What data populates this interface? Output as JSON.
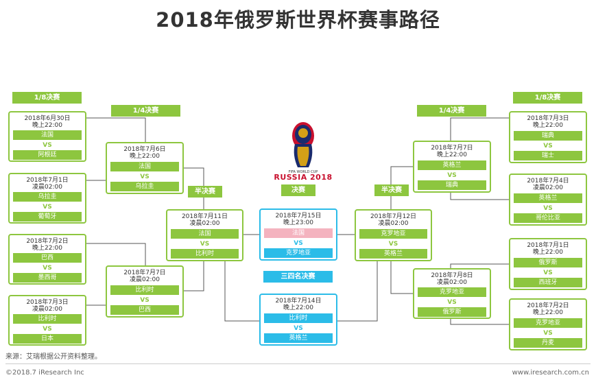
{
  "title": "2018年俄罗斯世界杯赛事路径",
  "stage_labels": {
    "r16": "1/8决赛",
    "qf": "1/4决赛",
    "sf": "半决赛",
    "final": "决赛",
    "third": "三四名决赛"
  },
  "vs": "VS",
  "logo_text": "RUSSIA 2018",
  "logo_small": "FIFA WORLD CUP",
  "matches": {
    "l16a": {
      "date": "2018年6月30日",
      "time": "晚上22:00",
      "team1": "法国",
      "team2": "阿根廷"
    },
    "l16b": {
      "date": "2018年7月1日",
      "time": "凌晨02:00",
      "team1": "乌拉圭",
      "team2": "葡萄牙"
    },
    "l16c": {
      "date": "2018年7月2日",
      "time": "晚上22:00",
      "team1": "巴西",
      "team2": "墨西哥"
    },
    "l16d": {
      "date": "2018年7月3日",
      "time": "凌晨02:00",
      "team1": "比利时",
      "team2": "日本"
    },
    "lqfa": {
      "date": "2018年7月6日",
      "time": "晚上22:00",
      "team1": "法国",
      "team2": "乌拉圭"
    },
    "lqfb": {
      "date": "2018年7月7日",
      "time": "凌晨02:00",
      "team1": "比利时",
      "team2": "巴西"
    },
    "lsf": {
      "date": "2018年7月11日",
      "time": "凌晨02:00",
      "team1": "法国",
      "team2": "比利时"
    },
    "final": {
      "date": "2018年7月15日",
      "time": "晚上23:00",
      "team1": "法国",
      "team2": "克罗地亚"
    },
    "third": {
      "date": "2018年7月14日",
      "time": "晚上22:00",
      "team1": "比利时",
      "team2": "英格兰"
    },
    "rsf": {
      "date": "2018年7月12日",
      "time": "凌晨02:00",
      "team1": "克罗地亚",
      "team2": "英格兰"
    },
    "rqfa": {
      "date": "2018年7月7日",
      "time": "晚上22:00",
      "team1": "英格兰",
      "team2": "瑞典"
    },
    "rqfb": {
      "date": "2018年7月8日",
      "time": "凌晨02:00",
      "team1": "克罗地亚",
      "team2": "俄罗斯"
    },
    "r16a": {
      "date": "2018年7月3日",
      "time": "晚上22:00",
      "team1": "瑞典",
      "team2": "瑞士"
    },
    "r16b": {
      "date": "2018年7月4日",
      "time": "凌晨02:00",
      "team1": "英格兰",
      "team2": "哥伦比亚"
    },
    "r16c": {
      "date": "2018年7月1日",
      "time": "晚上22:00",
      "team1": "俄罗斯",
      "team2": "西班牙"
    },
    "r16d": {
      "date": "2018年7月2日",
      "time": "晚上22:00",
      "team1": "克罗地亚",
      "team2": "丹麦"
    }
  },
  "source": "来源：艾瑞根据公开资料整理。",
  "copyright": "©2018.7 iResearch Inc",
  "website": "www.iresearch.com.cn",
  "colors": {
    "green": "#8dc63f",
    "blue": "#2bbce8",
    "pink": "#f4b3bf",
    "title": "#333333"
  }
}
